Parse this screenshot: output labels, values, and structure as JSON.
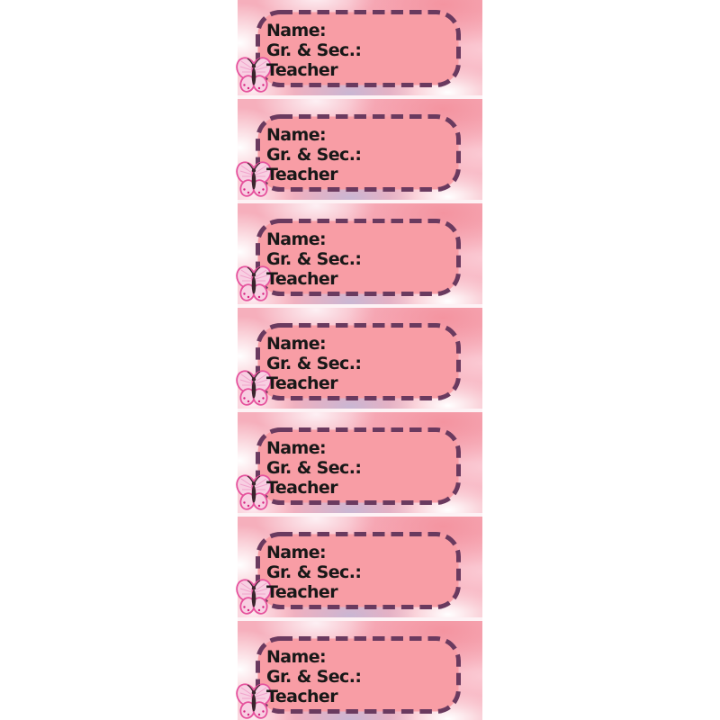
{
  "sheet": {
    "type": "printable-name-label-sheet",
    "label_count": 7,
    "colors": {
      "page_background": "#ffffff",
      "tile_background_pink": "#f6afbc",
      "tile_background_lavender": "#c9b6d3",
      "label_fill": "#f89da5",
      "label_border": "#6a3a5f",
      "label_text": "#181818",
      "butterfly_wing": "#f8cfe2",
      "butterfly_outline": "#e5519c",
      "butterfly_body": "#3a242c"
    },
    "labels": [
      {
        "name_label": "Name:",
        "grade_section_label": "Gr. & Sec.:",
        "teacher_label": "Teacher"
      },
      {
        "name_label": "Name:",
        "grade_section_label": "Gr. & Sec.:",
        "teacher_label": "Teacher"
      },
      {
        "name_label": "Name:",
        "grade_section_label": "Gr. & Sec.:",
        "teacher_label": "Teacher"
      },
      {
        "name_label": "Name:",
        "grade_section_label": "Gr. & Sec.:",
        "teacher_label": "Teacher"
      },
      {
        "name_label": "Name:",
        "grade_section_label": "Gr. & Sec.:",
        "teacher_label": "Teacher"
      },
      {
        "name_label": "Name:",
        "grade_section_label": "Gr. & Sec.:",
        "teacher_label": "Teacher"
      },
      {
        "name_label": "Name:",
        "grade_section_label": "Gr. & Sec.:",
        "teacher_label": "Teacher"
      }
    ]
  }
}
